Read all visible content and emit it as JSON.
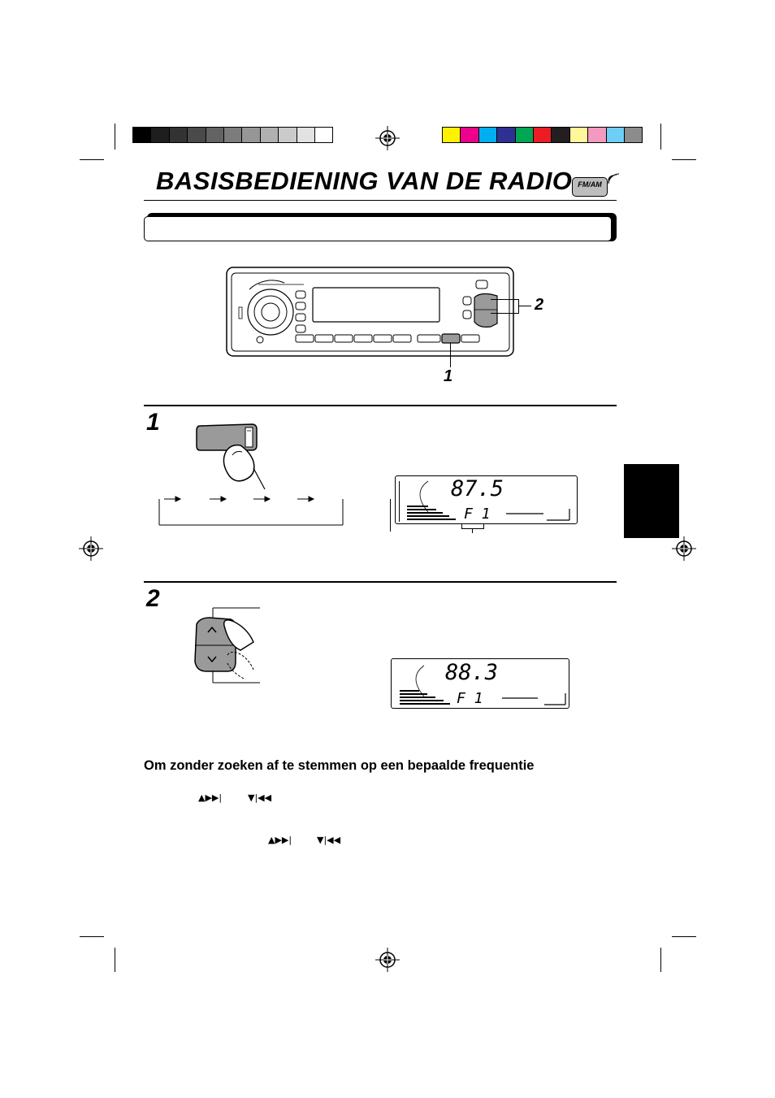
{
  "page": {
    "title": "BASISBEDIENING VAN DE RADIO",
    "band_badge": "FM/AM",
    "section_heading": "Om zonder zoeken af te stemmen op een bepaalde frequentie"
  },
  "color_bar": {
    "grays": [
      "#000000",
      "#1e1e1e",
      "#333333",
      "#4a4a4a",
      "#636363",
      "#7c7c7c",
      "#969696",
      "#b0b0b0",
      "#cacaca",
      "#e2e2e2",
      "#ffffff"
    ],
    "colors": [
      "#fff200",
      "#ec008c",
      "#00aeef",
      "#2e3192",
      "#00a651",
      "#ed1c24",
      "#231f20",
      "#fff799",
      "#f49ac1",
      "#6dcff6",
      "#8c8c8c"
    ]
  },
  "callouts": {
    "button_1": "1",
    "button_2": "2"
  },
  "steps": [
    {
      "number": "1",
      "lcd": {
        "frequency": "87.5",
        "band": "F 1"
      }
    },
    {
      "number": "2",
      "lcd": {
        "frequency": "88.3",
        "band": "F 1"
      }
    }
  ],
  "inline_buttons": {
    "up_label": "▲▶▶|",
    "down_label": "▼|◀◀"
  }
}
